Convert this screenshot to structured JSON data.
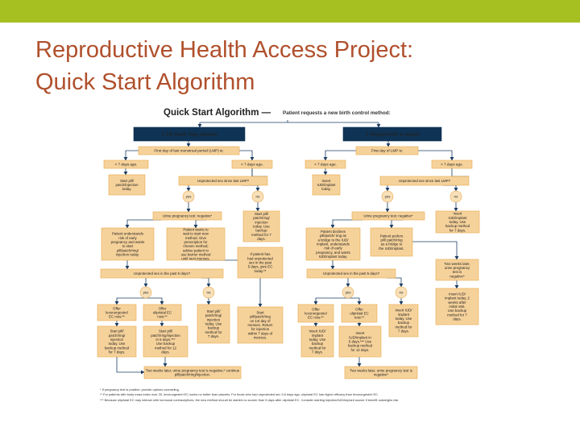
{
  "slide": {
    "title_line1": "Reproductive Health Access Project:",
    "title_line2": "Quick Start Algorithm"
  },
  "colors": {
    "accent_bar": "#a7c021",
    "title": "#b0502c",
    "box_fill": "#f6d29b",
    "box_stroke": "#e9a84a",
    "header_fill": "#0f3355",
    "arrow": "#1c3d63",
    "circle_fill": "#f8e0b8"
  },
  "algorithm": {
    "title": "Quick Start Algorithm —",
    "subtitle": "Patient requests a new birth control method:"
  },
  "left": {
    "header": "1. Pill, Patch, Ring, Injection",
    "lmp": "First day of last menstrual period (LMP) is:",
    "lt7": "< 7 days ago.",
    "gt7": "> 7 days ago.",
    "start": "Start pill/ patch/injection today.",
    "unprotected_lmp": "Unprotected sex since last LMP?",
    "yes": "yes",
    "no": "no",
    "start_no": "Start pill/ patch/ring/ injection today. Use backup method for 7 days.",
    "urine": "Urine pregnancy test: negative*",
    "understands": "Patient understands risk of early pregnancy and wants to start pill/patch/ring/ injection today.",
    "wait": "Patient wants to wait to start new method. Give prescription for chosen method; advise patient to use barrier method until next menses.",
    "unprotected5": "Unprotected sex in the past 5 days?",
    "had_unprotected": "If patient has had unprotected sex in the past 5 days, give EC today.**",
    "yes2": "yes",
    "no2": "no",
    "levo": "Offer levonorgestrel EC now.**",
    "upa": "Offer ulipristal EC now.**",
    "start_backup": "Start pill/ patch/ring/ injection today. Use backup method for 7 days.",
    "start_backup2": "Start pill/ patch/ring/ injection today. Use backup method for 7 days.",
    "start_5days": "Start pill/ patch/ring/injection in 5 days.*** Use backup method for 12 days.",
    "start_menses": "Start pill/patch/ring on 1st day of menses. Return for injection within 7 days of menses.",
    "two_weeks": "Two weeks later, urine pregnancy test is negative;* continue pill/patch/ring/injection."
  },
  "right": {
    "header": "2. Progestin IUD or Implant",
    "lmp": "First day of LMP is:",
    "lt7": "< 7 days ago.",
    "gt7": "> 7 days ago.",
    "insert": "Insert IUD/implant today.",
    "unprotected_lmp": "Unprotected sex since last LMP?",
    "yes": "yes",
    "no": "no",
    "insert_no": "Insert IUD/implant today. Use backup method for 7 days.",
    "urine": "Urine pregnancy test: negative*",
    "declines": "Patient declines pill/patch/ ring as a bridge to the IUD/ implant, understands risk of early pregnancy, and wants IUD/implant today.",
    "prefers": "Patient prefers pill/ patch/ring as a bridge to the IUD/implant.",
    "two_weeks_a": "Two weeks later, urine pregnancy test is negative*",
    "unprotected5": "Unprotected sex in the past 5 days?",
    "yes2": "yes",
    "no2": "no",
    "levo": "Offer levonorgestrel EC now.**",
    "upa": "Offer ulipristal EC now.**",
    "insert_backup": "Insert IUD/ implant today. Use backup method for 7 days.",
    "insert_backup_b": "Insert IUD/ implant today. Use backup method for 7 days.",
    "insert_5days": "Insert IUD/implant in 5 days.*** Use backup method for 12 days.",
    "insert_2weeks": "Insert IUD/ implant today, 2 weeks after initial visit. Use backup method for 7 days.",
    "two_weeks_b": "Two weeks later, urine pregnancy test is negative*"
  },
  "footnotes": {
    "f1": "* If pregnancy test is positive, provide options counseling.",
    "f2": "** For patients with body mass index over 25, levonorgestrel EC works no better than placebo. For those who had unprotected sex 3-5 days ago, ulipristal EC has higher efficacy than levonorgestrel EC.",
    "f3": "*** Because ulipristal EC may interact with hormonal contraceptives, the new method should be started no sooner than 5 days after ulipristal EC. Consider starting injection/IUD/implant sooner if benefit outweighs risk."
  }
}
